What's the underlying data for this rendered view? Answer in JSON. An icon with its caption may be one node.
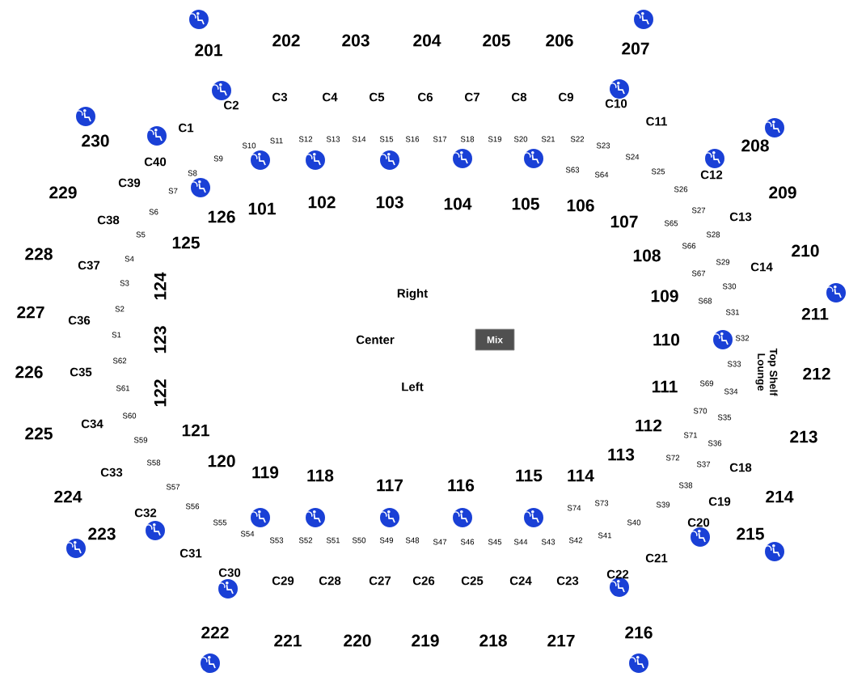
{
  "diagram": {
    "nodes": [
      {
        "text": [
          "Mix"
        ]
      }
    ],
    "edges": [],
    "labels": [
      "201",
      "202",
      "203",
      "204",
      "205",
      "206",
      "207",
      "208",
      "209",
      "210",
      "211",
      "212",
      "213",
      "214",
      "215",
      "216",
      "217",
      "218",
      "219",
      "220",
      "221",
      "222",
      "223",
      "224",
      "225",
      "226",
      "227",
      "228",
      "229",
      "230",
      "C1",
      "C2",
      "C3",
      "C4",
      "C5",
      "C6",
      "C7",
      "C8",
      "C9",
      "C10",
      "C11",
      "C12",
      "C13",
      "C14",
      "C18",
      "C19",
      "C20",
      "C21",
      "C22",
      "C23",
      "C24",
      "C25",
      "C26",
      "C27",
      "C28",
      "C29",
      "C30",
      "C31",
      "C32",
      "C33",
      "C34",
      "C35",
      "C36",
      "C37",
      "C38",
      "C39",
      "C40",
      "S1",
      "S2",
      "S3",
      "S4",
      "S5",
      "S6",
      "S7",
      "S8",
      "S9",
      "S10",
      "S11",
      "S12",
      "S13",
      "S14",
      "S15",
      "S16",
      "S17",
      "S18",
      "S19",
      "S20",
      "S21",
      "S22",
      "S23",
      "S24",
      "S25",
      "S26",
      "S27",
      "S28",
      "S29",
      "S30",
      "S31",
      "S32",
      "S33",
      "S34",
      "S35",
      "S36",
      "S37",
      "S38",
      "S39",
      "S40",
      "S41",
      "S42",
      "S43",
      "S44",
      "S45",
      "S46",
      "S47",
      "S48",
      "S49",
      "S50",
      "S51",
      "S52",
      "S53",
      "S54",
      "S55",
      "S56",
      "S57",
      "S58",
      "S59",
      "S60",
      "S61",
      "S62",
      "S63",
      "S64",
      "S65",
      "S66",
      "S67",
      "S68",
      "S69",
      "S70",
      "S71",
      "S72",
      "S73",
      "S74",
      "101",
      "102",
      "103",
      "104",
      "105",
      "106",
      "107",
      "108",
      "109",
      "110",
      "111",
      "112",
      "113",
      "114",
      "115",
      "116",
      "117",
      "118",
      "119",
      "120",
      "121",
      "122",
      "123",
      "124",
      "125",
      "126",
      "Right",
      "Center",
      "Left",
      "Top Shelf Lounge"
    ]
  }
}
